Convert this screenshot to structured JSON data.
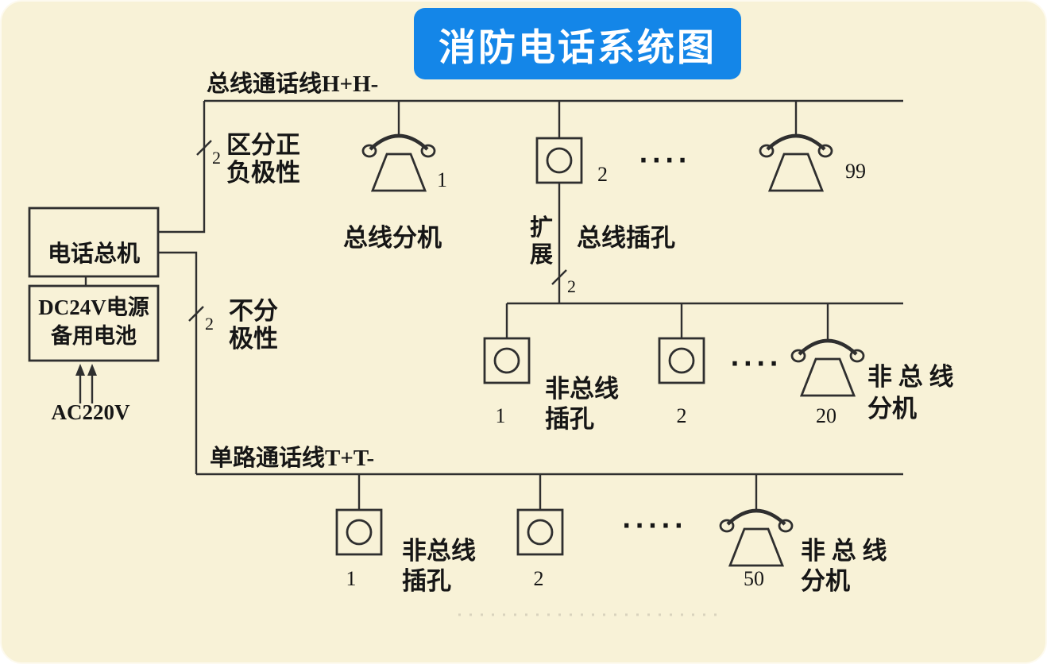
{
  "title": "消防电话系统图",
  "colors": {
    "background": "#f8f2d7",
    "title_bg": "#1486e8",
    "title_text": "#ffffff",
    "line": "#2f2f2f"
  },
  "icons": {
    "phone": "telephone-handset-icon",
    "jack": "telephone-jack-socket-icon",
    "arrow": "up-arrow-icon"
  },
  "left_panel": {
    "main_unit_label": "电话总机",
    "dc_label_line1": "DC24V电源",
    "dc_label_line2": "备用电池",
    "ac_label": "AC220V"
  },
  "top_bus": {
    "label": "总线通话线H+H-",
    "wire_count": "2",
    "polarity_line1": "区分正",
    "polarity_line2": "负极性",
    "phone1_number": "1",
    "jack2_number": "2",
    "dots": "····",
    "phone99_number": "99",
    "extension_label": "总线分机",
    "jack_label": "总线插孔"
  },
  "expansion": {
    "char1": "扩",
    "char2": "展",
    "wire_count": "2"
  },
  "mid_branch": {
    "jack1_number": "1",
    "jack2_number": "2",
    "dots": "····",
    "phone_number": "20",
    "jack_label_line1": "非总线",
    "jack_label_line2": "插孔",
    "ext_label_line1": "非 总 线",
    "ext_label_line2": "分机"
  },
  "bottom_bus": {
    "label": "单路通话线T+T-",
    "wire_count": "2",
    "polarity_line1": "不分",
    "polarity_line2": "极性",
    "jack1_number": "1",
    "jack2_number": "2",
    "dots": "·····",
    "phone_number": "50",
    "jack_label_line1": "非总线",
    "jack_label_line2": "插孔",
    "ext_label_line1": "非 总 线",
    "ext_label_line2": "分机"
  }
}
